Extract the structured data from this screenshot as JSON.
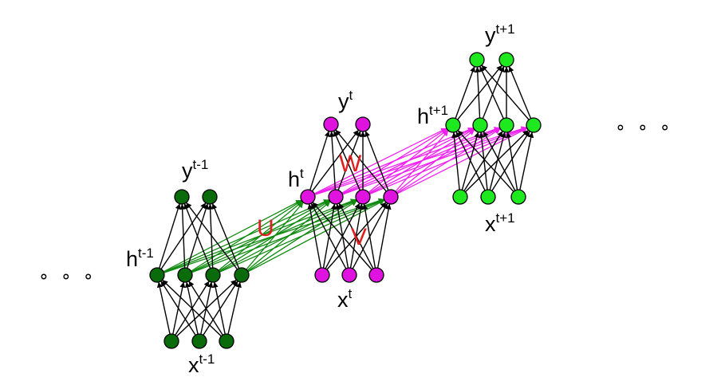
{
  "colors": {
    "prev": "#0a6b0a",
    "curr": "#e012e0",
    "next": "#1ee81e",
    "edge_inner": "#000000",
    "edge_green": "#0f8a0f",
    "edge_magenta": "#f020f0",
    "weight_label": "#e02020"
  },
  "ellipsis_left": "∘ ∘ ∘",
  "ellipsis_right": "∘ ∘ ∘",
  "steps": [
    {
      "id": "prev",
      "y_base": "y",
      "y_sup": "t-1",
      "h_base": "h",
      "h_sup": "t-1",
      "x_base": "x",
      "x_sup": "t-1"
    },
    {
      "id": "curr",
      "y_base": "y",
      "y_sup": "t",
      "h_base": "h",
      "h_sup": "t",
      "x_base": "x",
      "x_sup": "t"
    },
    {
      "id": "next",
      "y_base": "y",
      "y_sup": "t+1",
      "h_base": "h",
      "h_sup": "t+1",
      "x_base": "x",
      "x_sup": "t+1"
    }
  ],
  "weights": {
    "U": "U",
    "W": "W",
    "V": "V"
  }
}
